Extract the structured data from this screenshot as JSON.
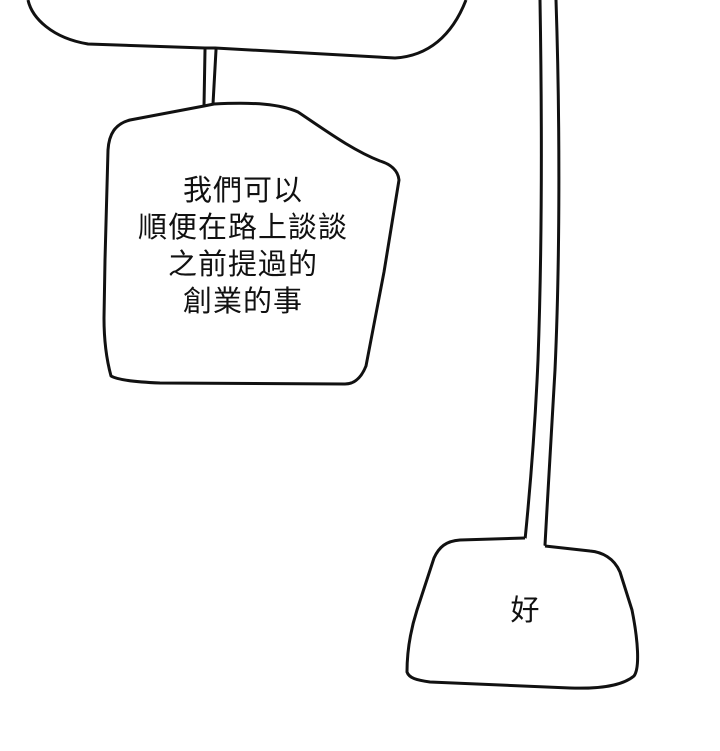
{
  "bubble_1": {
    "lines": [
      "我們可以",
      "順便在路上談談",
      "之前提過的",
      "創業的事"
    ]
  },
  "bubble_2": {
    "text": "好"
  },
  "colors": {
    "ink": "#111111",
    "paper": "#ffffff"
  }
}
